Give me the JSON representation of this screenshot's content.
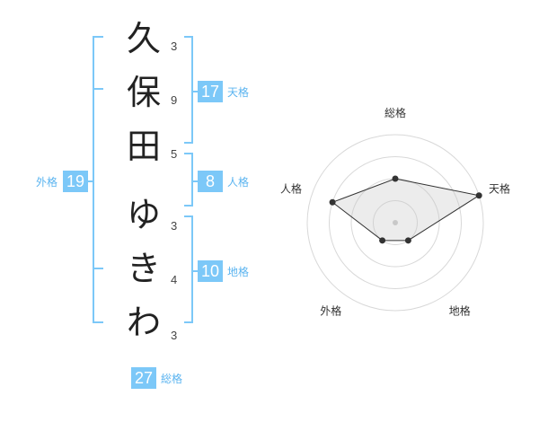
{
  "name_chars": [
    {
      "char": "久",
      "strokes": "3"
    },
    {
      "char": "保",
      "strokes": "9"
    },
    {
      "char": "田",
      "strokes": "5"
    },
    {
      "char": "ゆ",
      "strokes": "3"
    },
    {
      "char": "き",
      "strokes": "4"
    },
    {
      "char": "わ",
      "strokes": "3"
    }
  ],
  "kakusu": {
    "tenkaku": {
      "value": "17",
      "label": "天格"
    },
    "jinkaku": {
      "value": "8",
      "label": "人格"
    },
    "chikaku": {
      "value": "10",
      "label": "地格"
    },
    "gaikaku": {
      "value": "19",
      "label": "外格"
    },
    "soukaku": {
      "value": "27",
      "label": "総格"
    }
  },
  "colors": {
    "accent": "#7cc8f8",
    "label": "#5bb4f0"
  },
  "chart_data": {
    "type": "radar",
    "axes": [
      "総格",
      "天格",
      "地格",
      "外格",
      "人格"
    ],
    "values": [
      2,
      4,
      1,
      1,
      3
    ],
    "max": 4,
    "rings": 4
  }
}
